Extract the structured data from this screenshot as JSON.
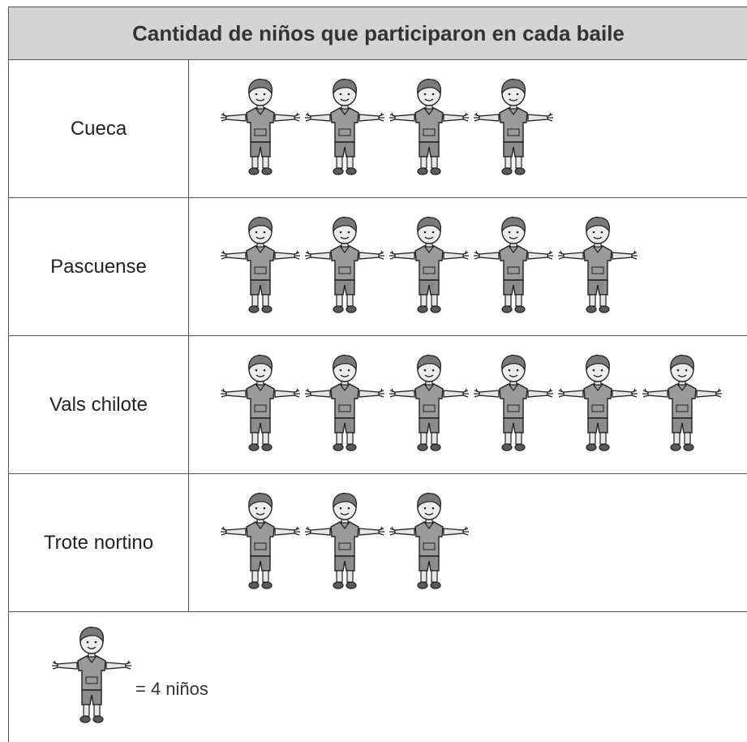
{
  "chart_data": {
    "type": "table",
    "title": "Cantidad de niños que participaron en cada baile",
    "categories": [
      "Cueca",
      "Pascuense",
      "Vals chilote",
      "Trote nortino"
    ],
    "icon_counts": [
      4,
      5,
      6,
      3
    ],
    "values": [
      16,
      20,
      24,
      12
    ],
    "icon": "boy-pictogram-icon",
    "legend": {
      "text": "= 4 niños",
      "value_per_icon": 4
    }
  },
  "colors": {
    "header_bg": "#d4d4d4",
    "border": "#555555",
    "icon_fill": "#9a9a9a",
    "icon_dark": "#5a5a5a"
  }
}
